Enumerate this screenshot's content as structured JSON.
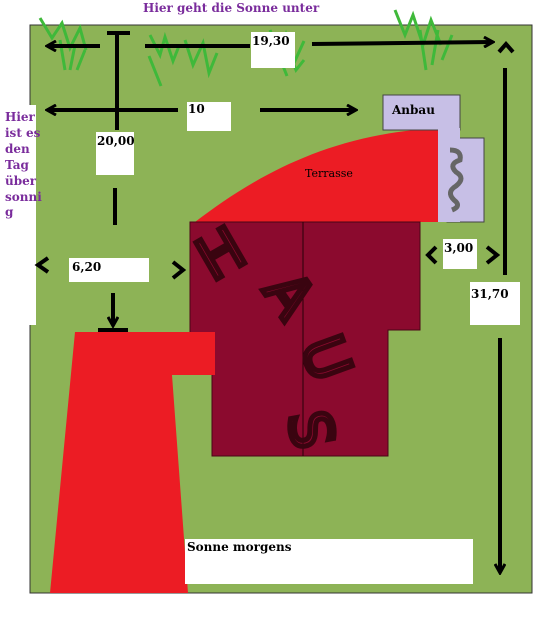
{
  "labels": {
    "sunset": "Hier geht die Sonne unter",
    "west_side": [
      "Hier",
      "ist es",
      "den",
      "Tag",
      "über",
      "sonni",
      "g"
    ],
    "terrace": "Terrasse",
    "annex": "Anbau",
    "morning_sun": "Sonne morgens",
    "house_letters": [
      "H",
      "A",
      "U",
      "S"
    ]
  },
  "dimensions": {
    "top_width": "19,30",
    "inner_width": "10",
    "front_depth": "20,00",
    "left_gap": "6,20",
    "right_gap": "3,00",
    "total_depth": "31,70"
  },
  "colors": {
    "lawn": "#8db356",
    "terrace_red": "#ec1c24",
    "house": "#8b0a2e",
    "annex": "#c7bfe6",
    "vegetation": "#3fb93a",
    "text_purple": "#7a2c9c"
  }
}
